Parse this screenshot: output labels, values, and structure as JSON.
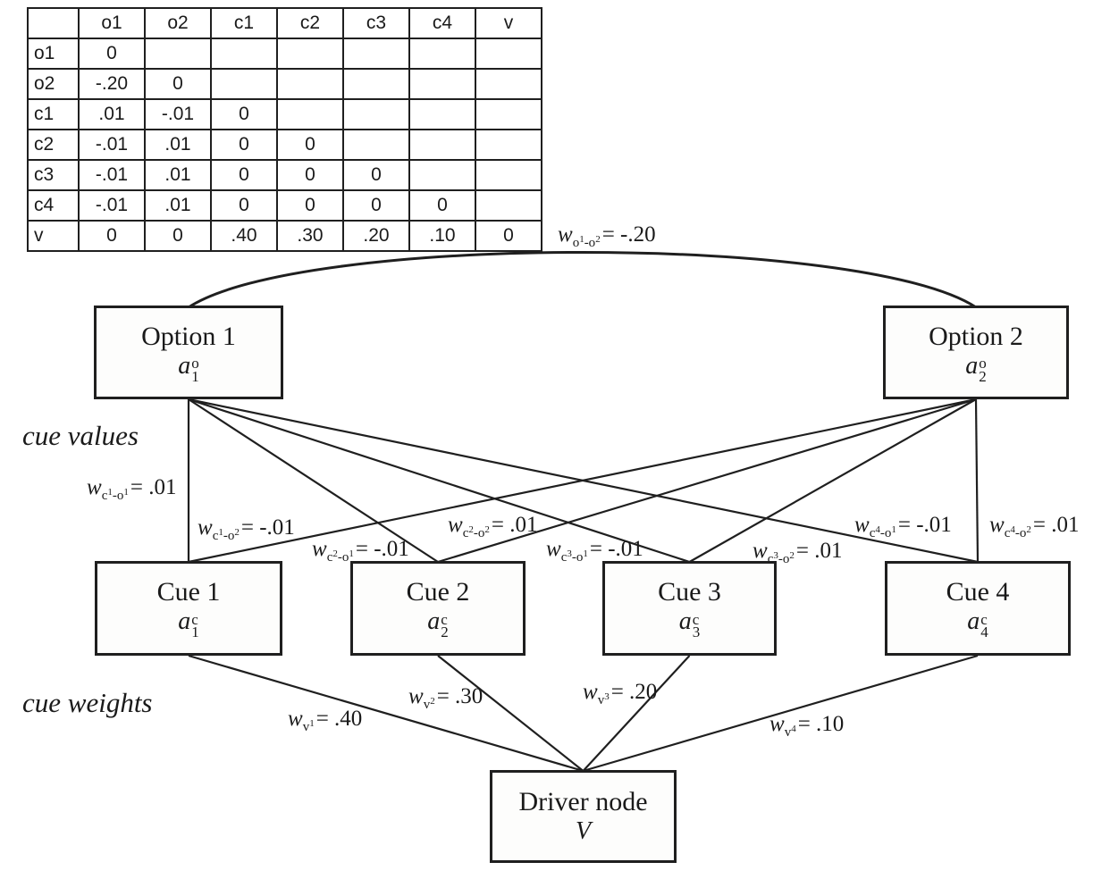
{
  "figure": {
    "background": "#ffffff",
    "line_color": "#1f1f1f",
    "text_color": "#1a1a1a"
  },
  "matrix_table": {
    "headers": [
      "",
      "o1",
      "o2",
      "c1",
      "c2",
      "c3",
      "c4",
      "v"
    ],
    "rows": [
      {
        "label": "o1",
        "cells": [
          "0",
          "",
          "",
          "",
          "",
          "",
          ""
        ]
      },
      {
        "label": "o2",
        "cells": [
          "-.20",
          "0",
          "",
          "",
          "",
          "",
          ""
        ]
      },
      {
        "label": "c1",
        "cells": [
          ".01",
          "-.01",
          "0",
          "",
          "",
          "",
          ""
        ]
      },
      {
        "label": "c2",
        "cells": [
          "-.01",
          ".01",
          "0",
          "0",
          "",
          "",
          ""
        ]
      },
      {
        "label": "c3",
        "cells": [
          "-.01",
          ".01",
          "0",
          "0",
          "0",
          "",
          ""
        ]
      },
      {
        "label": "c4",
        "cells": [
          "-.01",
          ".01",
          "0",
          "0",
          "0",
          "0",
          ""
        ]
      },
      {
        "label": "v",
        "cells": [
          "0",
          "0",
          ".40",
          ".30",
          ".20",
          ".10",
          "0"
        ]
      }
    ]
  },
  "section_labels": {
    "cue_values": "cue values",
    "cue_weights": "cue weights"
  },
  "nodes": {
    "option1": {
      "title": "Option 1",
      "symbol_base": "a",
      "symbol_sup": "o",
      "symbol_sub": "1"
    },
    "option2": {
      "title": "Option 2",
      "symbol_base": "a",
      "symbol_sup": "o",
      "symbol_sub": "2"
    },
    "cue1": {
      "title": "Cue 1",
      "symbol_base": "a",
      "symbol_sup": "c",
      "symbol_sub": "1"
    },
    "cue2": {
      "title": "Cue 2",
      "symbol_base": "a",
      "symbol_sup": "c",
      "symbol_sub": "2"
    },
    "cue3": {
      "title": "Cue 3",
      "symbol_base": "a",
      "symbol_sup": "c",
      "symbol_sub": "3"
    },
    "cue4": {
      "title": "Cue 4",
      "symbol_base": "a",
      "symbol_sup": "c",
      "symbol_sub": "4"
    },
    "driver": {
      "title": "Driver node",
      "symbol_base": "V"
    }
  },
  "edges": [
    {
      "from": "option1",
      "to": "option2",
      "type": "arc",
      "label_id": "w-o1-o2"
    },
    {
      "from": "option1",
      "to": "cue1",
      "type": "line",
      "label_id": "w-c1-o1"
    },
    {
      "from": "option1",
      "to": "cue2",
      "type": "line",
      "label_id": "w-c2-o1"
    },
    {
      "from": "option1",
      "to": "cue3",
      "type": "line",
      "label_id": "w-c3-o1"
    },
    {
      "from": "option1",
      "to": "cue4",
      "type": "line",
      "label_id": "w-c4-o1"
    },
    {
      "from": "option2",
      "to": "cue1",
      "type": "line",
      "label_id": "w-c1-o2"
    },
    {
      "from": "option2",
      "to": "cue2",
      "type": "line",
      "label_id": "w-c2-o2"
    },
    {
      "from": "option2",
      "to": "cue3",
      "type": "line",
      "label_id": "w-c3-o2"
    },
    {
      "from": "option2",
      "to": "cue4",
      "type": "line",
      "label_id": "w-c4-o2"
    },
    {
      "from": "cue1",
      "to": "driver",
      "type": "line",
      "label_id": "w-v1"
    },
    {
      "from": "cue2",
      "to": "driver",
      "type": "line",
      "label_id": "w-v2"
    },
    {
      "from": "cue3",
      "to": "driver",
      "type": "line",
      "label_id": "w-v3"
    },
    {
      "from": "cue4",
      "to": "driver",
      "type": "line",
      "label_id": "w-v4"
    }
  ],
  "edge_labels": [
    {
      "id": "w-o1-o2",
      "sub": "o1-o2",
      "value": "-.20"
    },
    {
      "id": "w-c1-o1",
      "sub": "c1-o1",
      "value": ".01"
    },
    {
      "id": "w-c1-o2",
      "sub": "c1-o2",
      "value": "-.01"
    },
    {
      "id": "w-c2-o1",
      "sub": "c2-o1",
      "value": "-.01"
    },
    {
      "id": "w-c2-o2",
      "sub": "c2-o2",
      "value": ".01"
    },
    {
      "id": "w-c3-o1",
      "sub": "c3-o1",
      "value": "-.01"
    },
    {
      "id": "w-c3-o2",
      "sub": "c3-o2",
      "value": ".01"
    },
    {
      "id": "w-c4-o1",
      "sub": "c4-o1",
      "value": "-.01"
    },
    {
      "id": "w-c4-o2",
      "sub": "c4-o2",
      "value": ".01"
    },
    {
      "id": "w-v1",
      "sub": "v1",
      "value": ".40"
    },
    {
      "id": "w-v2",
      "sub": "v2",
      "value": ".30"
    },
    {
      "id": "w-v3",
      "sub": "v3",
      "value": ".20"
    },
    {
      "id": "w-v4",
      "sub": "v4",
      "value": ".10"
    }
  ]
}
